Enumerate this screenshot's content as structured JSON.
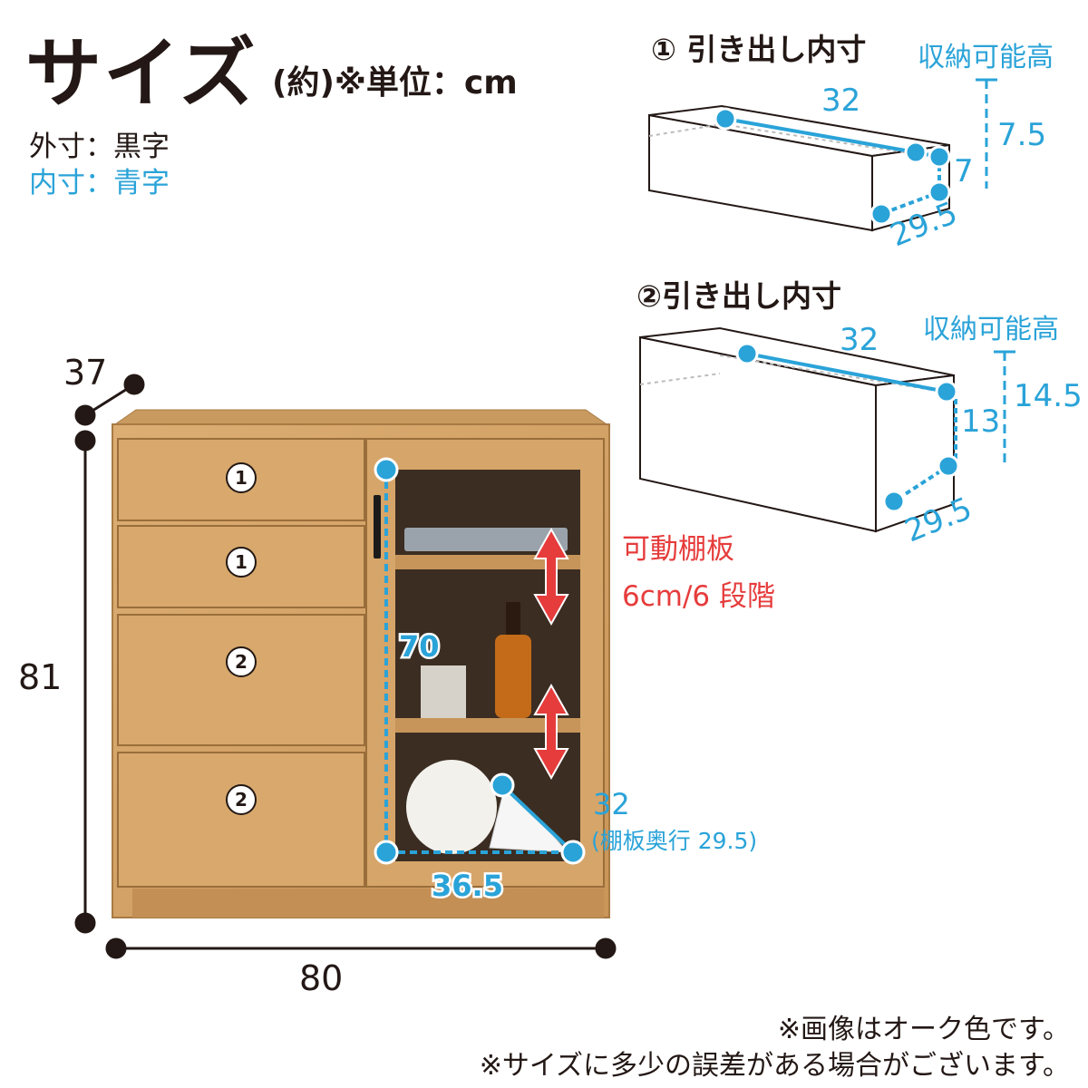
{
  "header": {
    "title": "サイズ",
    "subtitle": "(約)※単位：cm",
    "outer_legend": "外寸：黒字",
    "inner_legend": "内寸：青字"
  },
  "drawer1": {
    "title": "① 引き出し内寸",
    "storage_label": "収納可能高",
    "width": "32",
    "height": "7",
    "depth": "29.5",
    "storage_height": "7.5"
  },
  "drawer2": {
    "title": "②引き出し内寸",
    "storage_label": "収納可能高",
    "width": "32",
    "height": "13",
    "depth": "29.5",
    "storage_height": "14.5"
  },
  "cabinet": {
    "depth": "37",
    "height": "81",
    "width": "80",
    "drawer_labels": [
      "1",
      "1",
      "2",
      "2"
    ],
    "door_inner_height": "70",
    "door_inner_width": "36.5",
    "door_inner_depth": "32",
    "shelf_depth_note": "(棚板奥行 29.5)",
    "shelf_label": "可動棚板",
    "shelf_steps": "6cm/6 段階"
  },
  "footer": {
    "note1": "※画像はオーク色です。",
    "note2": "※サイズに多少の誤差がある場合がございます。"
  },
  "colors": {
    "accent_blue": "#2aa3d8",
    "accent_red": "#e63c3c",
    "text": "#231815",
    "wood": "#d6a56a"
  }
}
